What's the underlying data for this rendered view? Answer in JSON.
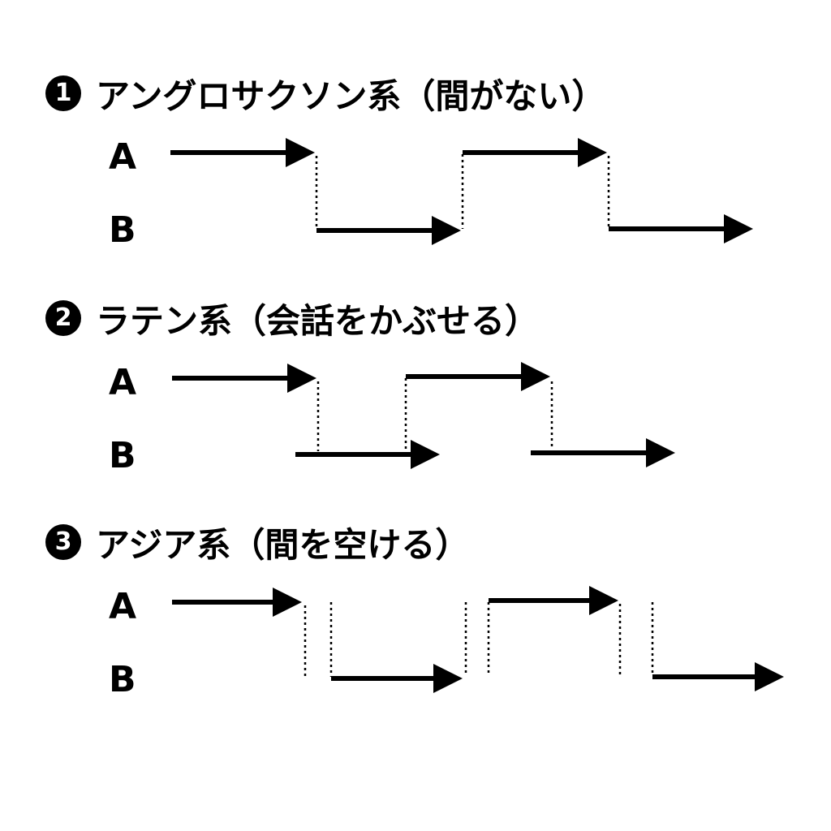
{
  "sections": [
    {
      "number": "1",
      "title": "アングロサクソン系（間がない）",
      "speaker_a": "A",
      "speaker_b": "B"
    },
    {
      "number": "2",
      "title": "ラテン系（会話をかぶせる）",
      "speaker_a": "A",
      "speaker_b": "B"
    },
    {
      "number": "3",
      "title": "アジア系（間を空ける）",
      "speaker_a": "A",
      "speaker_b": "B"
    }
  ]
}
